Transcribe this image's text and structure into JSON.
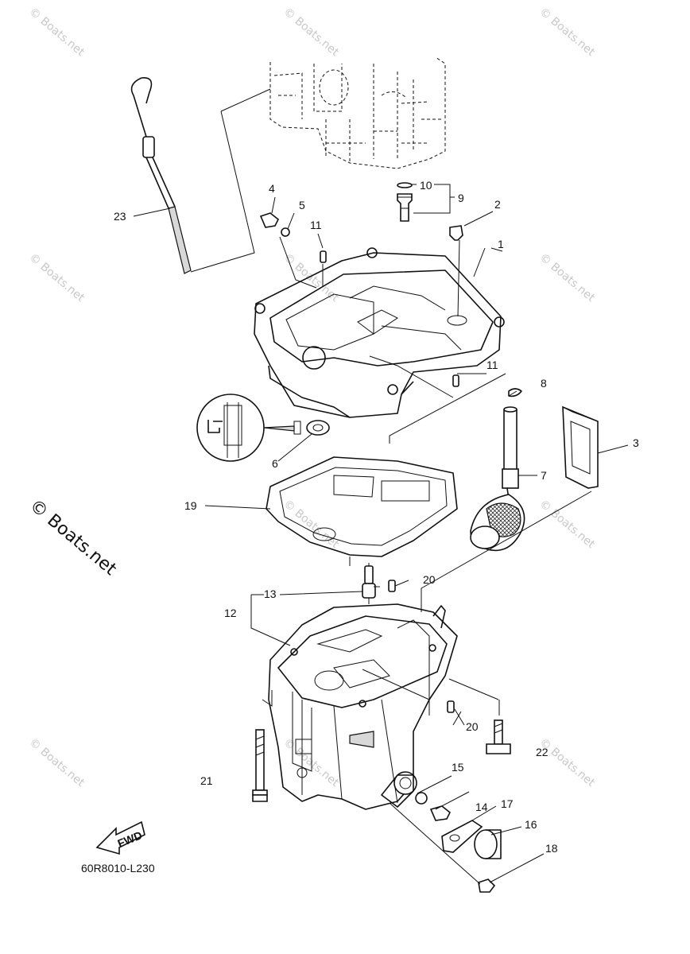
{
  "callouts": {
    "c1": "1",
    "c2": "2",
    "c3": "3",
    "c4": "4",
    "c5": "5",
    "c6": "6",
    "c7": "7",
    "c8": "8",
    "c9": "9",
    "c10": "10",
    "c11a": "11",
    "c11b": "11",
    "c12": "12",
    "c13": "13",
    "c14": "14",
    "c15": "15",
    "c16": "16",
    "c17": "17",
    "c18": "18",
    "c19": "19",
    "c20a": "20",
    "c20b": "20",
    "c21": "21",
    "c22": "22",
    "c23": "23"
  },
  "diagram_code": "60R8010-L230",
  "fwd_label": "FWD",
  "watermark": {
    "small": "© Boats.net",
    "large": "© Boats.net"
  }
}
